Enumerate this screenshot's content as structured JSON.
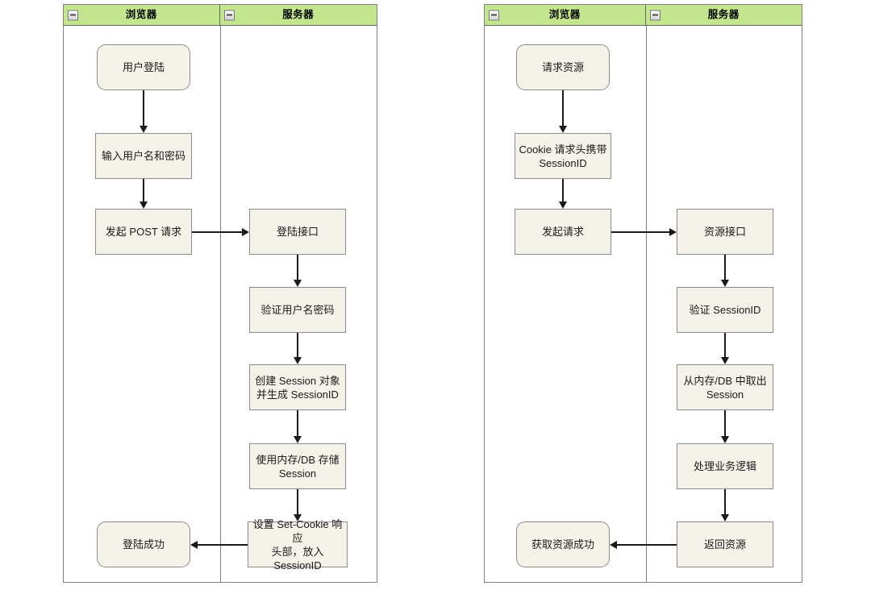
{
  "diagram": {
    "type": "flowchart-swimlane",
    "background": "#ffffff",
    "lane_header_color": "#c3e58d",
    "node_fill_color": "#f5f2e9",
    "node_border_color": "#8c8c8c",
    "connector_color": "#1a1a1a"
  },
  "pools": [
    {
      "id": "login-flow",
      "lanes": [
        {
          "id": "browser",
          "title": "浏览器",
          "collapse_icon": "collapse-minus-icon"
        },
        {
          "id": "server",
          "title": "服务器",
          "collapse_icon": "collapse-minus-icon"
        }
      ],
      "nodes": [
        {
          "id": "l1",
          "lane": "browser",
          "shape": "terminal",
          "text": "用户登陆"
        },
        {
          "id": "l2",
          "lane": "browser",
          "shape": "process",
          "text": "输入用户名和密码"
        },
        {
          "id": "l3",
          "lane": "browser",
          "shape": "process",
          "text": "发起 POST 请求"
        },
        {
          "id": "l4",
          "lane": "server",
          "shape": "process",
          "text": "登陆接口"
        },
        {
          "id": "l5",
          "lane": "server",
          "shape": "process",
          "text": "验证用户名密码"
        },
        {
          "id": "l6",
          "lane": "server",
          "shape": "process",
          "line1": "创建 Session 对象",
          "line2": "并生成 SessionID"
        },
        {
          "id": "l7",
          "lane": "server",
          "shape": "process",
          "line1": "使用内存/DB 存储",
          "line2": "Session"
        },
        {
          "id": "l8",
          "lane": "server",
          "shape": "process",
          "line1": "设置 Set-Cookie 响应",
          "line2": "头部，放入",
          "line3": "SessionID"
        },
        {
          "id": "l9",
          "lane": "browser",
          "shape": "terminal",
          "text": "登陆成功"
        }
      ],
      "edges": [
        {
          "from": "l1",
          "to": "l2",
          "direction": "down"
        },
        {
          "from": "l2",
          "to": "l3",
          "direction": "down"
        },
        {
          "from": "l3",
          "to": "l4",
          "direction": "right"
        },
        {
          "from": "l4",
          "to": "l5",
          "direction": "down"
        },
        {
          "from": "l5",
          "to": "l6",
          "direction": "down"
        },
        {
          "from": "l6",
          "to": "l7",
          "direction": "down"
        },
        {
          "from": "l7",
          "to": "l8",
          "direction": "down"
        },
        {
          "from": "l8",
          "to": "l9",
          "direction": "left"
        }
      ]
    },
    {
      "id": "resource-flow",
      "lanes": [
        {
          "id": "browser",
          "title": "浏览器",
          "collapse_icon": "collapse-minus-icon"
        },
        {
          "id": "server",
          "title": "服务器",
          "collapse_icon": "collapse-minus-icon"
        }
      ],
      "nodes": [
        {
          "id": "r1",
          "lane": "browser",
          "shape": "terminal",
          "text": "请求资源"
        },
        {
          "id": "r2",
          "lane": "browser",
          "shape": "process",
          "line1": "Cookie 请求头携带",
          "line2": "SessionID"
        },
        {
          "id": "r3",
          "lane": "browser",
          "shape": "process",
          "text": "发起请求"
        },
        {
          "id": "r4",
          "lane": "server",
          "shape": "process",
          "text": "资源接口"
        },
        {
          "id": "r5",
          "lane": "server",
          "shape": "process",
          "text": "验证 SessionID"
        },
        {
          "id": "r6",
          "lane": "server",
          "shape": "process",
          "line1": "从内存/DB 中取出",
          "line2": "Session"
        },
        {
          "id": "r7",
          "lane": "server",
          "shape": "process",
          "text": "处理业务逻辑"
        },
        {
          "id": "r8",
          "lane": "server",
          "shape": "process",
          "text": "返回资源"
        },
        {
          "id": "r9",
          "lane": "browser",
          "shape": "terminal",
          "text": "获取资源成功"
        }
      ],
      "edges": [
        {
          "from": "r1",
          "to": "r2",
          "direction": "down"
        },
        {
          "from": "r2",
          "to": "r3",
          "direction": "down"
        },
        {
          "from": "r3",
          "to": "r4",
          "direction": "right"
        },
        {
          "from": "r4",
          "to": "r5",
          "direction": "down"
        },
        {
          "from": "r5",
          "to": "r6",
          "direction": "down"
        },
        {
          "from": "r6",
          "to": "r7",
          "direction": "down"
        },
        {
          "from": "r7",
          "to": "r8",
          "direction": "down"
        },
        {
          "from": "r8",
          "to": "r9",
          "direction": "left"
        }
      ]
    }
  ]
}
